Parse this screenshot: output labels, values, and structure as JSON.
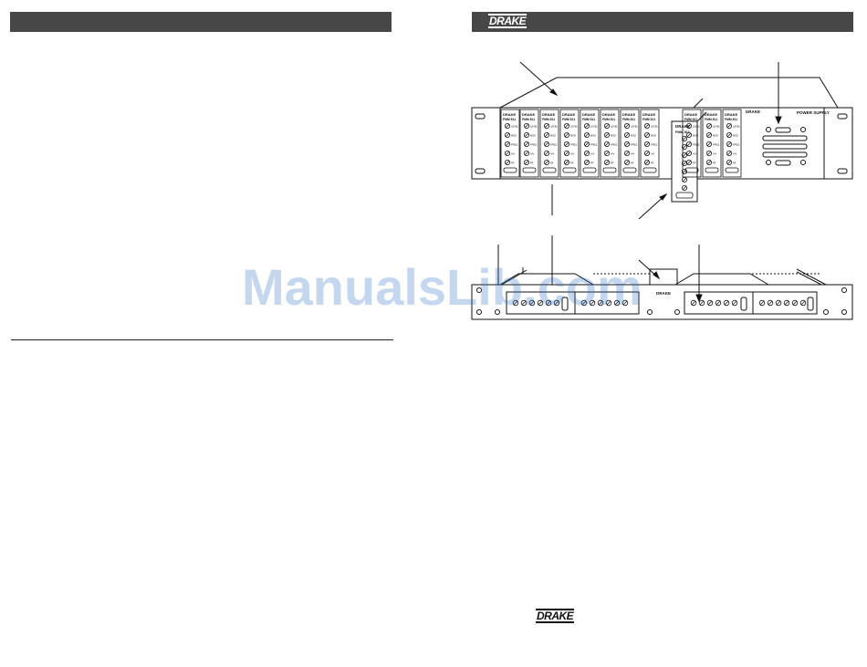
{
  "header_logo": "DRAKE",
  "footer_logo": "DRAKE",
  "figure": {
    "brand_label": "DRAKE",
    "module_model": "FMM 811",
    "power_supply_label": "POWER SUPPLY",
    "module_control_labels": [
      "LEVEL",
      "MOD",
      "FREQ",
      "A/V",
      "RF"
    ]
  },
  "watermark": "ManualsLib.com",
  "colors": {
    "header_bar": "#474747",
    "watermark": "#2f73c9",
    "line": "#222222"
  }
}
